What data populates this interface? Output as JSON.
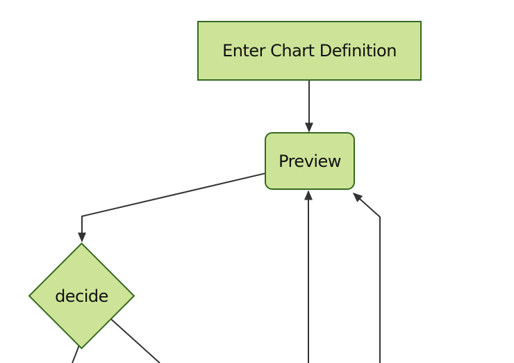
{
  "diagram": {
    "type": "flowchart-top-down",
    "background": "#ffffff",
    "colors": {
      "node_fill": "#cde498",
      "node_border": "#34691d",
      "edge_stroke": "#333333",
      "text": "#111111"
    },
    "nodes": [
      {
        "id": "enter-chart-definition",
        "label": "Enter Chart Definition",
        "shape": "rectangle"
      },
      {
        "id": "preview",
        "label": "Preview",
        "shape": "rounded-rectangle"
      },
      {
        "id": "decide",
        "label": "decide",
        "shape": "diamond"
      }
    ],
    "edges": [
      {
        "from": "enter-chart-definition",
        "to": "preview",
        "arrow": "down"
      },
      {
        "from": "preview",
        "to": "decide",
        "arrow": "down"
      },
      {
        "from": "decide",
        "to": "offscreen-bottom-left",
        "arrow": "none-visible"
      },
      {
        "from": "decide",
        "to": "offscreen-bottom-right",
        "arrow": "none-visible"
      },
      {
        "from": "offscreen-bottom-center",
        "to": "preview",
        "arrow": "up"
      },
      {
        "from": "offscreen-bottom-right",
        "to": "preview",
        "arrow": "up-left"
      }
    ]
  }
}
